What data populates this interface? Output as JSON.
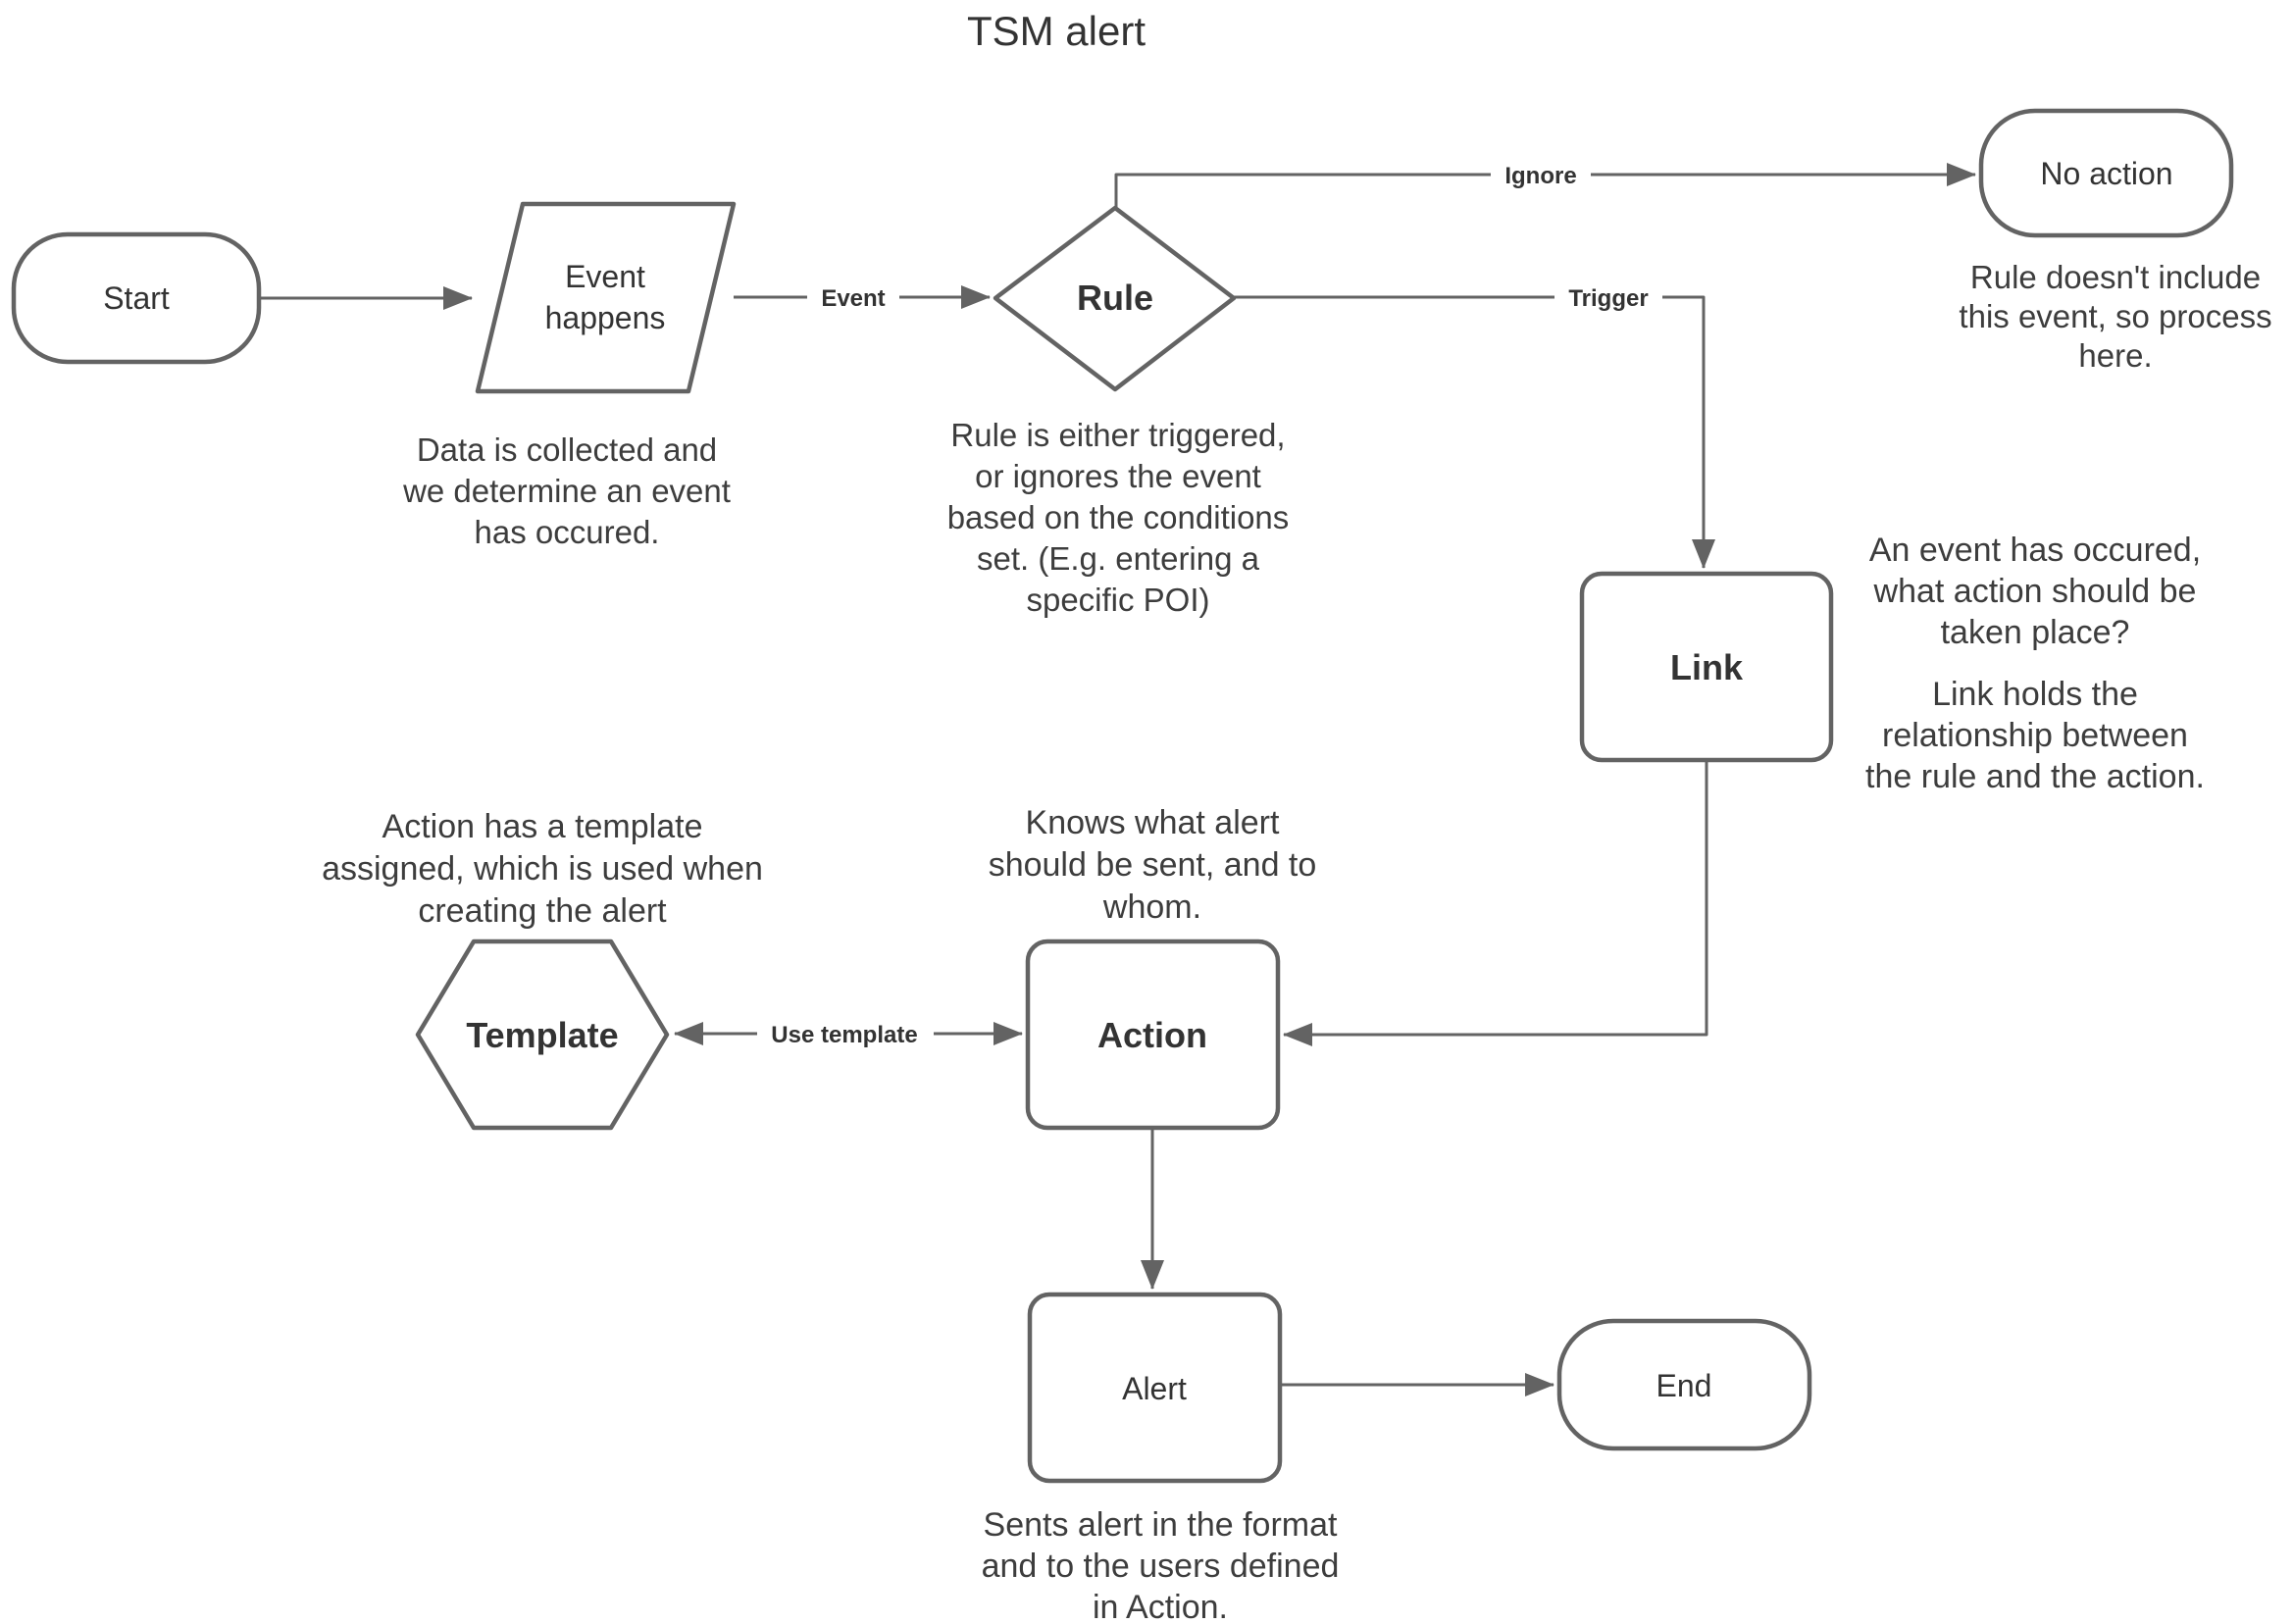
{
  "title": "TSM alert",
  "colors": {
    "background": "#ffffff",
    "shape_stroke": "#636363",
    "arrow": "#636363",
    "node_text": "#333333",
    "note_text": "#3d3d3d"
  },
  "nodes": {
    "start": {
      "shape": "stadium",
      "label": "Start"
    },
    "event_happens": {
      "shape": "parallelogram",
      "lines": [
        "Event",
        "happens"
      ]
    },
    "rule": {
      "shape": "diamond",
      "label": "Rule"
    },
    "no_action": {
      "shape": "stadium",
      "label": "No action"
    },
    "link": {
      "shape": "rectangle",
      "label": "Link"
    },
    "template": {
      "shape": "hexagon",
      "label": "Template"
    },
    "action": {
      "shape": "rectangle",
      "label": "Action"
    },
    "alert": {
      "shape": "rectangle",
      "label": "Alert"
    },
    "end": {
      "shape": "stadium",
      "label": "End"
    }
  },
  "edge_labels": {
    "event": "Event",
    "ignore": "Ignore",
    "trigger": "Trigger",
    "use_template": "Use template"
  },
  "annotations": {
    "event_happens_desc": {
      "lines": [
        "Data is collected and",
        "we determine an event",
        "has occured."
      ]
    },
    "rule_desc": {
      "lines": [
        "Rule is either triggered,",
        "or ignores the event",
        "based on the conditions",
        "set. (E.g. entering a",
        "specific POI)"
      ]
    },
    "no_action_desc": {
      "lines": [
        "Rule doesn't include",
        "this event, so process",
        "here."
      ]
    },
    "link_desc": {
      "lines": [
        "An event has occured,",
        "what action should be",
        "taken place?",
        "",
        "Link holds the",
        "relationship between",
        "the rule and the action."
      ]
    },
    "template_desc": {
      "lines": [
        "Action has a template",
        "assigned, which is used when",
        "creating the alert"
      ]
    },
    "action_desc": {
      "lines": [
        "Knows what alert",
        "should be sent, and to",
        "whom."
      ]
    },
    "alert_desc": {
      "lines": [
        "Sents alert in the format",
        "and to the users defined",
        "in Action."
      ]
    }
  }
}
